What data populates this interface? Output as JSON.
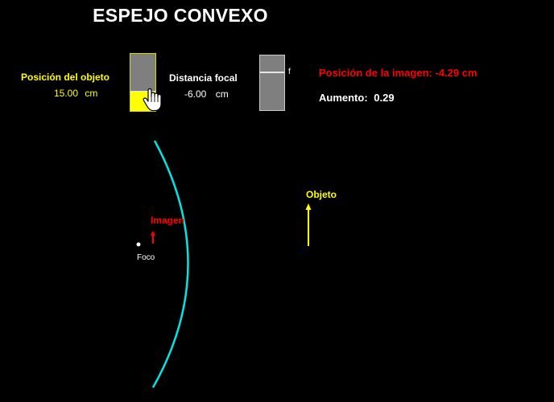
{
  "title": "ESPEJO CONVEXO",
  "object_position": {
    "label": "Posición del objeto",
    "value": "15.00",
    "unit": "cm",
    "slider_fraction": 0.35
  },
  "focal_distance": {
    "label": "Distancia focal",
    "value": "-6.00",
    "unit": "cm",
    "tick_label": "f",
    "slider_fraction": 0.7
  },
  "image_position": {
    "label": "Posición de la imagen:",
    "value": "-4.29",
    "unit": "cm"
  },
  "magnification": {
    "label": "Aumento:",
    "value": "0.29"
  },
  "scene": {
    "object_label": "Objeto",
    "image_label": "Imagen",
    "focus_label": "Foco"
  },
  "colors": {
    "background": "#000000",
    "object": "#ffff00",
    "image": "#ff0000",
    "mirror": "#00e5e5",
    "text": "#ffffff"
  },
  "icons": {
    "cursor": "hand-pointer-icon"
  }
}
